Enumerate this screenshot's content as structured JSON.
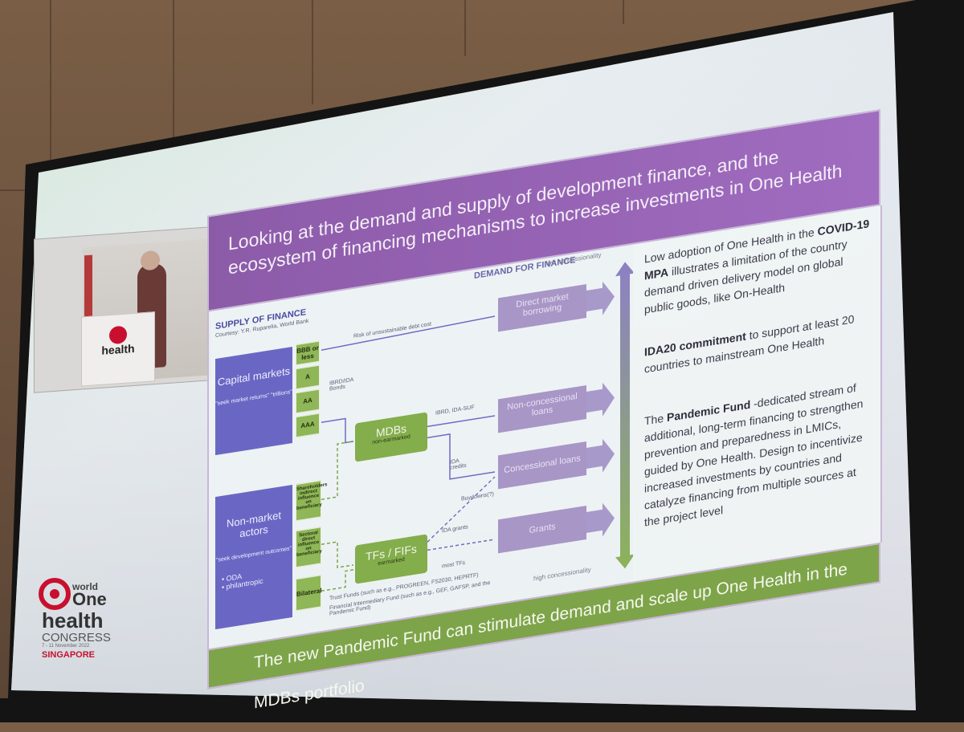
{
  "slide": {
    "header": "Looking at the demand and supply of development finance, and the ecosystem of financing mechanisms to increase investments in One Health",
    "footer": "The new Pandemic Fund can stimulate demand and scale up One Health in the MDBs portfolio",
    "diagram": {
      "supply_title": "SUPPLY OF FINANCE",
      "supply_credit": "Courtesy: Y.R. Ruparelia, World Bank",
      "demand_title": "DEMAND FOR FINANCE",
      "low_concessionality": "low concessionality",
      "high_concessionality": "high concessionality",
      "capital_markets": "Capital markets",
      "capital_markets_note": "\"seek market returns\" \"trillions\"",
      "non_market_actors": "Non-market actors",
      "non_market_note": "\"seek development outcomes\"",
      "oda": "ODA",
      "philanthropic": "philantropic",
      "ratings": [
        "BBB or less",
        "A",
        "AA",
        "AAA"
      ],
      "non_market_channels": [
        "Shareholders indirect influence on beneficiary",
        "Sectoral direct influence on beneficiary",
        "Bilateral"
      ],
      "mdbs": "MDBs",
      "mdbs_sub": "non-earmarked",
      "tfs": "TFs / FIFs",
      "tfs_sub": "earmarked",
      "risk_label": "Risk of unsustainable debt cost",
      "ibrd_ida_bonds": "IBRD/IDA Bonds",
      "ibrd_ida_suf": "IBRD, IDA-SUF",
      "ida_credits": "IDA credits",
      "ida_grants": "IDA grants",
      "buydowns": "Buydowns(?)",
      "most_tfs": "most TFs",
      "direct_market": "Direct market borrowing",
      "non_concessional": "Non-concessional loans",
      "concessional": "Concessional loans",
      "grants": "Grants",
      "trust_funds_note": "Trust Funds (such as e.g., PROGREEN, FS2030, HEPRTF)",
      "fif_note": "Financial Intermediary Fund (such as e.g., GEF, GAFSP, and the Pandemic Fund)"
    },
    "side_text": {
      "p1_a": "Low adoption of One Health in the ",
      "p1_b": "COVID-19 MPA",
      "p1_c": " illustrates a limitation of the country demand driven delivery model on global public goods, like On-Health",
      "p2_a": "IDA20 commitment",
      "p2_b": " to support at least 20 countries to mainstream One Health",
      "p3_a": "The ",
      "p3_b": "Pandemic Fund",
      "p3_c": " -dedicated stream of additional, long-term financing to strengthen prevention and preparedness in LMICs, guided by One Health. Design to incentivize increased investments by countries and catalyze financing from multiple sources at the project level"
    }
  },
  "logo": {
    "line1": "world",
    "line2": "One",
    "line3": "health",
    "line4": "CONGRESS",
    "line5": "7 - 11 November 2022",
    "line6": "SINGAPORE"
  },
  "colors": {
    "header_purple": "#9a66bb",
    "footer_green": "#7ea44a",
    "capital_blue": "#6a67c4",
    "box_green": "#84ad4c",
    "logo_red": "#c8102e"
  }
}
